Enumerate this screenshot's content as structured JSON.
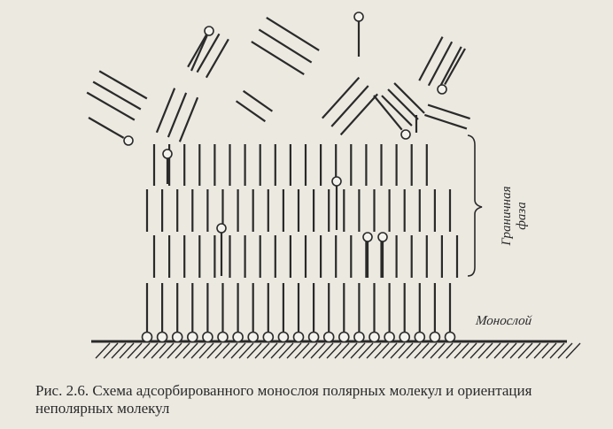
{
  "labels": {
    "monolayer": "Монослой",
    "phase_line1": "Граничная",
    "phase_line2": "фаза"
  },
  "caption": {
    "line1": "Рис. 2.6. Схема адсорбированного монослоя полярных молекул и ориентация",
    "line2": "неполярных молекул"
  },
  "colors": {
    "ink": "#2a2a2a",
    "paper": "#ece9e1"
  }
}
